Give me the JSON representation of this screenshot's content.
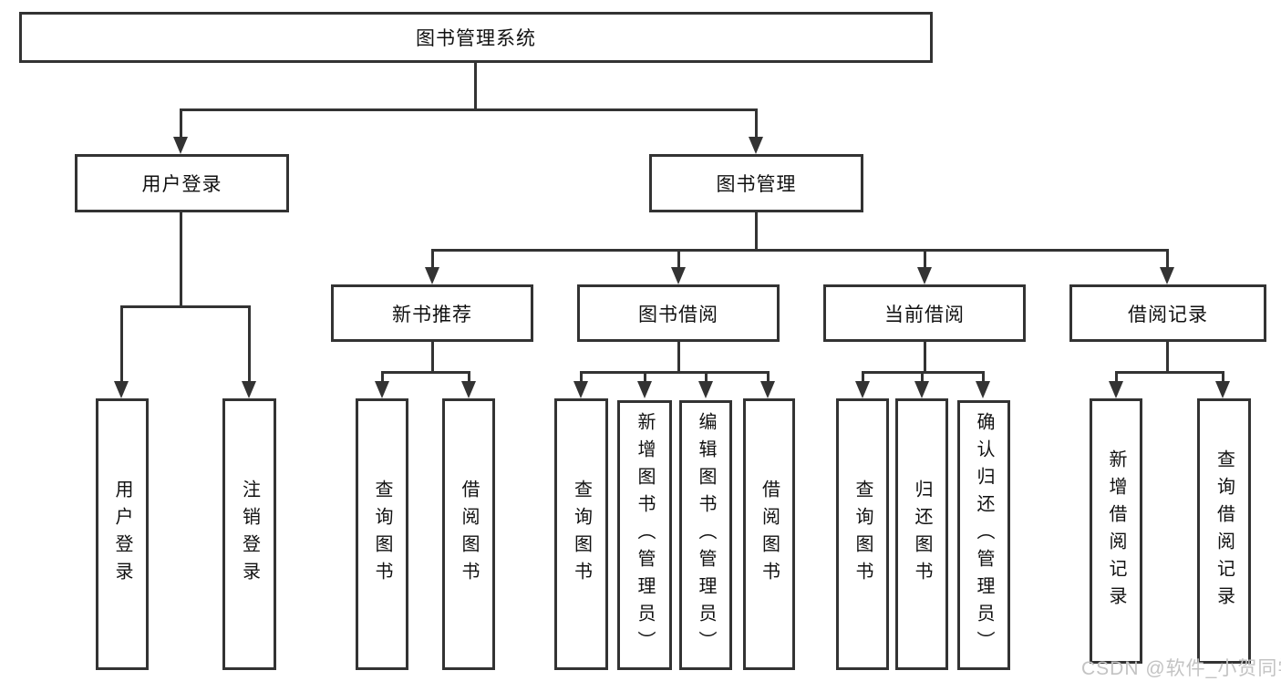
{
  "root": {
    "label": "图书管理系统"
  },
  "login": {
    "label": "用户登录",
    "children": [
      {
        "label": "用户登录"
      },
      {
        "label": "注销登录"
      }
    ]
  },
  "management": {
    "label": "图书管理",
    "sections": [
      {
        "label": "新书推荐",
        "children": [
          {
            "label": "查询图书"
          },
          {
            "label": "借阅图书"
          }
        ]
      },
      {
        "label": "图书借阅",
        "children": [
          {
            "label": "查询图书"
          },
          {
            "label": "新增图书（管理员）"
          },
          {
            "label": "编辑图书（管理员）"
          },
          {
            "label": "借阅图书"
          }
        ]
      },
      {
        "label": "当前借阅",
        "children": [
          {
            "label": "查询图书"
          },
          {
            "label": "归还图书"
          },
          {
            "label": "确认归还（管理员）"
          }
        ]
      },
      {
        "label": "借阅记录",
        "children": [
          {
            "label": "新增借阅记录"
          },
          {
            "label": "查询借阅记录"
          }
        ]
      }
    ]
  },
  "watermark": "CSDN @软件_小贺同学",
  "colors": {
    "line": "#333333",
    "text": "#111111",
    "watermark": "#c3c3c3"
  }
}
